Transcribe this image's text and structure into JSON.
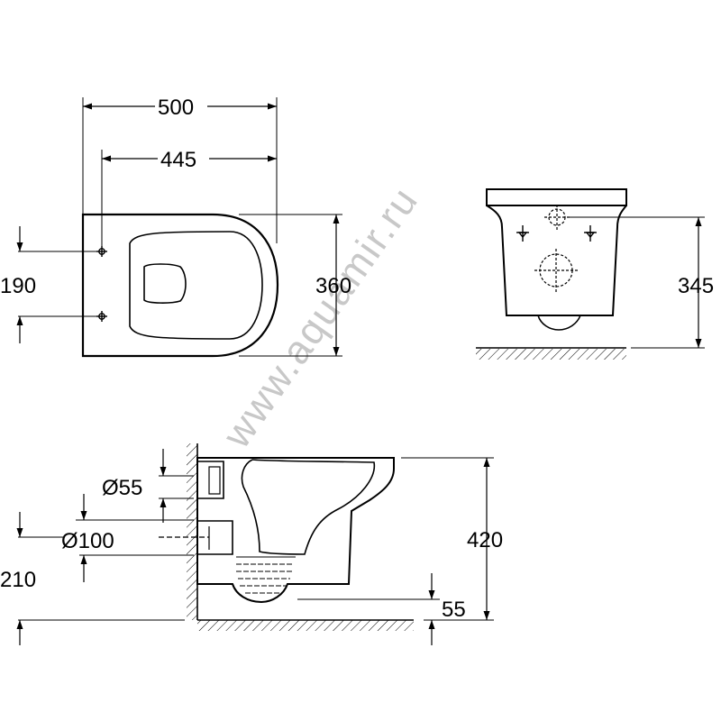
{
  "watermark": "www.aquamir.ru",
  "top_view": {
    "overall_length": "500",
    "seat_length": "445",
    "width": "360",
    "bolt_spacing": "190"
  },
  "front_view": {
    "height": "345"
  },
  "side_view": {
    "inlet_diameter": "Ø55",
    "outlet_diameter": "Ø100",
    "outlet_height": "210",
    "total_height": "420",
    "base_clearance": "55"
  }
}
